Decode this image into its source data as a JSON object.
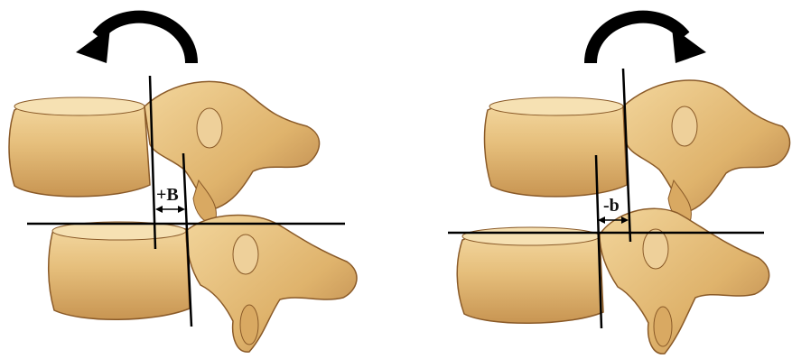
{
  "panels": [
    {
      "measure_label": "+B",
      "rotation": "counterclockwise"
    },
    {
      "measure_label": "-b",
      "rotation": "clockwise"
    }
  ],
  "colors": {
    "bone_fill": "#e7c27f",
    "bone_shadow": "#b98646",
    "bone_outline": "#8a5a28",
    "lines": "#000000",
    "arrow": "#000000"
  }
}
